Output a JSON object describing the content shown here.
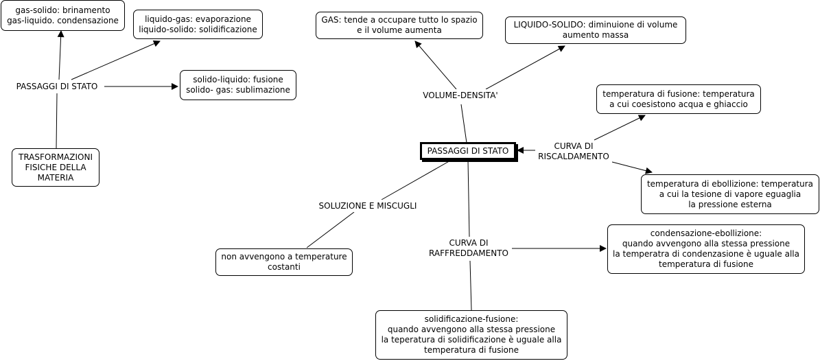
{
  "nodes": {
    "passaggi_main": {
      "lines": [
        "PASSAGGI DI STATO"
      ]
    },
    "gas_volume": {
      "lines": [
        "GAS: tende a occupare tutto lo spazio",
        "e il volume aumenta"
      ]
    },
    "liquido_solido_volume": {
      "lines": [
        "LIQUIDO-SOLIDO: diminuione di volume",
        "aumento massa"
      ]
    },
    "temperatura_fusione": {
      "lines": [
        "temperatura di fusione: temperatura",
        "a cui coesistono acqua e ghiaccio"
      ]
    },
    "temperatura_ebollizione": {
      "lines": [
        "temperatura di ebollizione: temperatura",
        "a cui la tesione di vapore eguaglia",
        "la pressione esterna"
      ]
    },
    "condensazione_ebollizione": {
      "lines": [
        "condensazione-ebollizione:",
        "quando avvengono alla stessa pressione",
        "la temperatra di condenzasione è uguale alla",
        "temperatura di fusione"
      ]
    },
    "solidificazione_fusione": {
      "lines": [
        "solidificazione-fusione:",
        "quando avvengono alla stessa pressione",
        "la teperatura di solidificazione è uguale alla",
        "temperatura di fusione"
      ]
    },
    "non_avvengono": {
      "lines": [
        "non avvengono a temperature",
        "costanti"
      ]
    },
    "gas_solido": {
      "lines": [
        "gas-solido: brinamento",
        "gas-liquido. condensazione"
      ]
    },
    "liquido_gas": {
      "lines": [
        "liquido-gas: evaporazione",
        "liquido-solido: solidificazione"
      ]
    },
    "solido_liquido": {
      "lines": [
        "solido-liquido: fusione",
        "solido- gas: sublimazione"
      ]
    },
    "trasformazioni": {
      "lines": [
        "TRASFORMAZIONI",
        "FISICHE DELLA",
        "MATERIA"
      ]
    }
  },
  "links": {
    "volume_densita": {
      "lines": [
        "VOLUME-DENSITA'"
      ]
    },
    "curva_riscaldamento": {
      "lines": [
        "CURVA DI",
        "RISCALDAMENTO"
      ]
    },
    "soluzione_miscugli": {
      "lines": [
        "SOLUZIONE E MISCUGLI"
      ]
    },
    "curva_raffreddamento": {
      "lines": [
        "CURVA DI",
        "RAFFREDDAMENTO"
      ]
    },
    "passaggi_left": {
      "lines": [
        "PASSAGGI DI STATO"
      ]
    }
  },
  "colors": {
    "line": "#000000",
    "box_border": "#000000",
    "background": "#ffffff"
  }
}
